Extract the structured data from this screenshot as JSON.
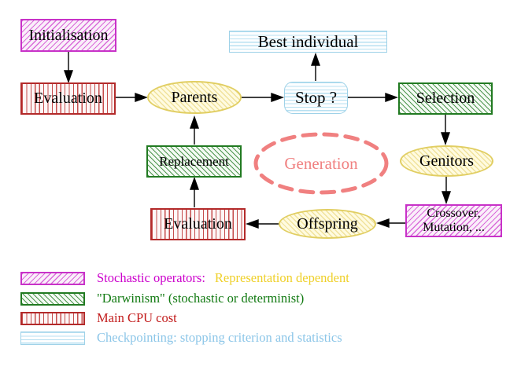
{
  "nodes": {
    "initialisation": "Initialisation",
    "evaluation_top": "Evaluation",
    "parents": "Parents",
    "best_individual": "Best individual",
    "stop": "Stop ?",
    "selection": "Selection",
    "replacement": "Replacement",
    "generation": "Generation",
    "genitors": "Genitors",
    "evaluation_bottom": "Evaluation",
    "offspring": "Offspring",
    "crossover_line1": "Crossover,",
    "crossover_line2": "Mutation, ..."
  },
  "legend": {
    "stochastic": {
      "label": "Stochastic operators:",
      "label2": "Representation dependent"
    },
    "darwinism": {
      "label": "\"Darwinism\" (stochastic or determinist)"
    },
    "cpu": {
      "label": "Main CPU cost"
    },
    "checkpointing": {
      "label": "Checkpointing: stopping criterion and statistics"
    }
  },
  "colors": {
    "magenta": "#cc00cc",
    "magenta_border": "#c832c8",
    "green": "#127a12",
    "green_border": "#217a21",
    "red": "#c21c1c",
    "red_border": "#b32a2a",
    "cyan_text": "#8cc6e8",
    "cyan_border": "#9fd2e8",
    "yellow_text": "#efd029",
    "yellow_border": "#e1ce62",
    "salmon": "#f08080",
    "arrow": "#000000"
  }
}
